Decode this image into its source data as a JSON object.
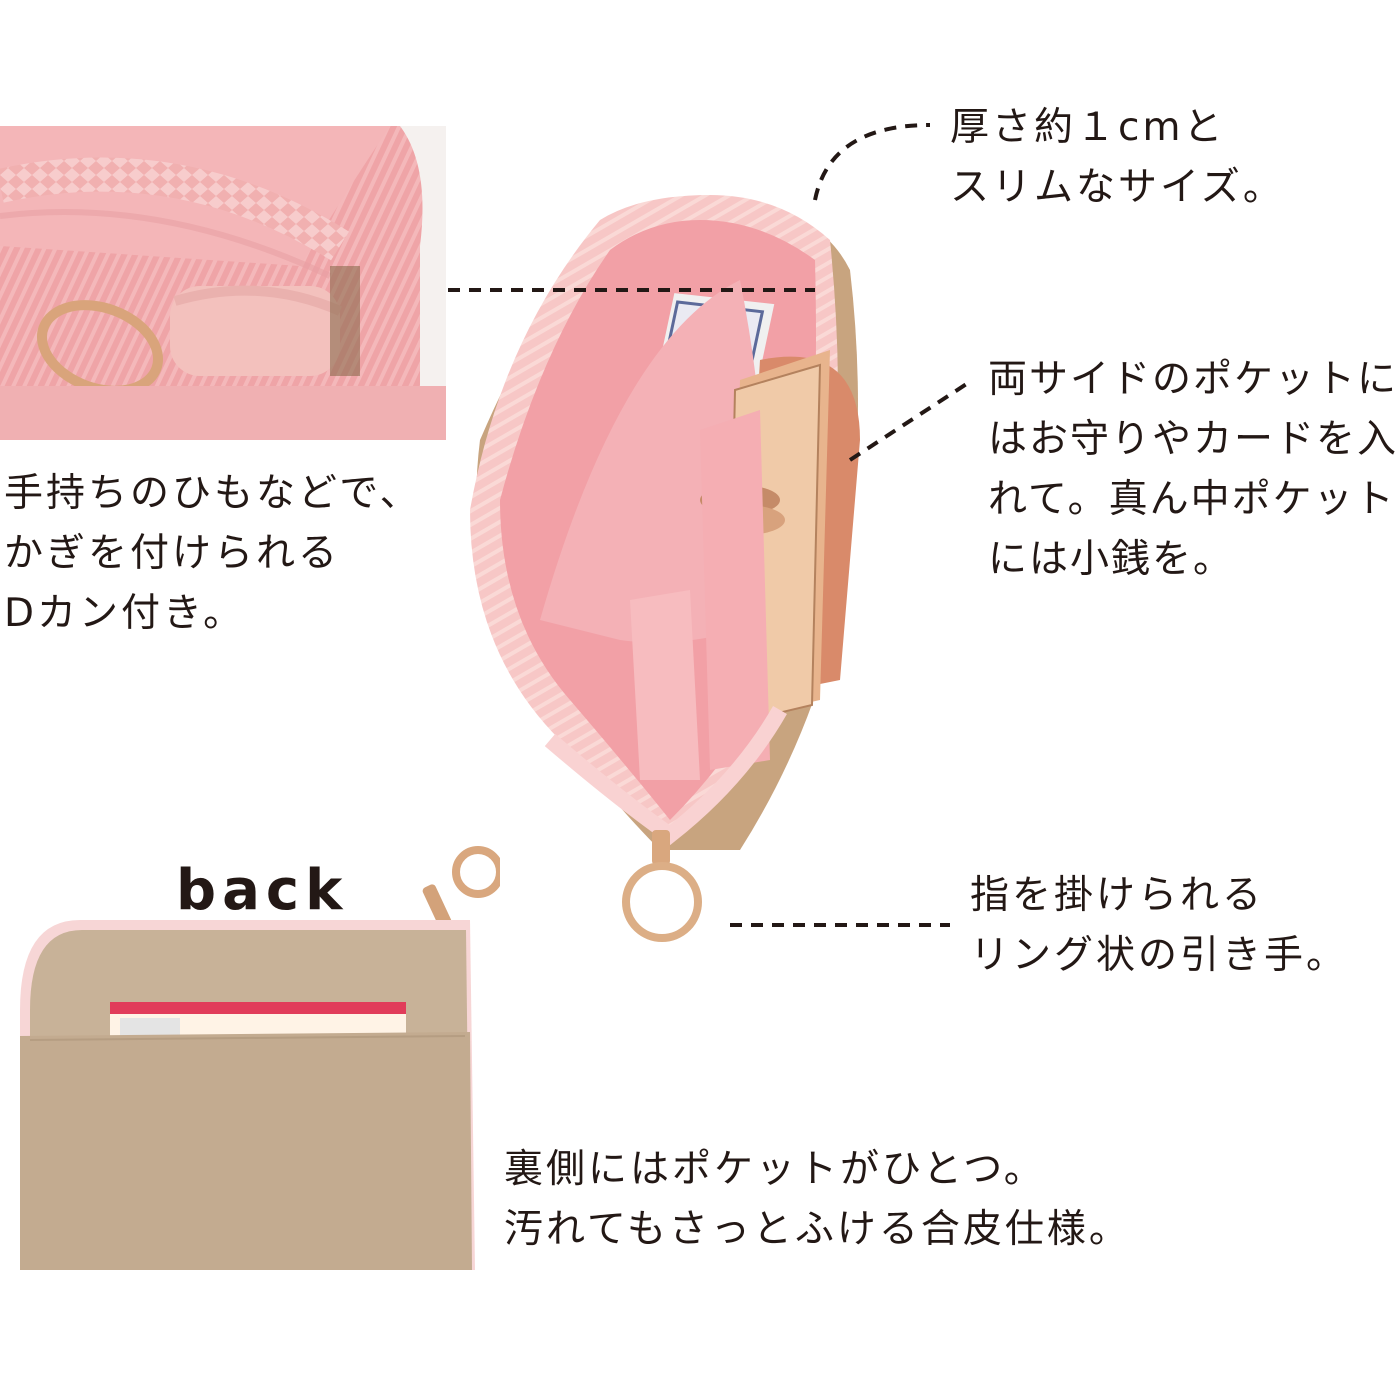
{
  "captions": {
    "slim": [
      "厚さ約１cmと",
      "スリムなサイズ。"
    ],
    "dring": [
      "手持ちのひもなどで、",
      "かぎを付けられる",
      "Dカン付き。"
    ],
    "pockets": [
      "両サイドのポケットに",
      "はお守りやカードを入",
      "れて。真ん中ポケット",
      "には小銭を。"
    ],
    "ring_pull": [
      "指を掛けられる",
      "リング状の引き手。"
    ],
    "back_side": [
      "裏側にはポケットがひとつ。",
      "汚れてもさっとふける合皮仕様。"
    ]
  },
  "back_label": "back",
  "colors": {
    "pink_lining": "#f2a8ac",
    "pink_light": "#f7c9c9",
    "beige": "#c5ae93",
    "gold": "#d7a77e",
    "text": "#231815"
  }
}
